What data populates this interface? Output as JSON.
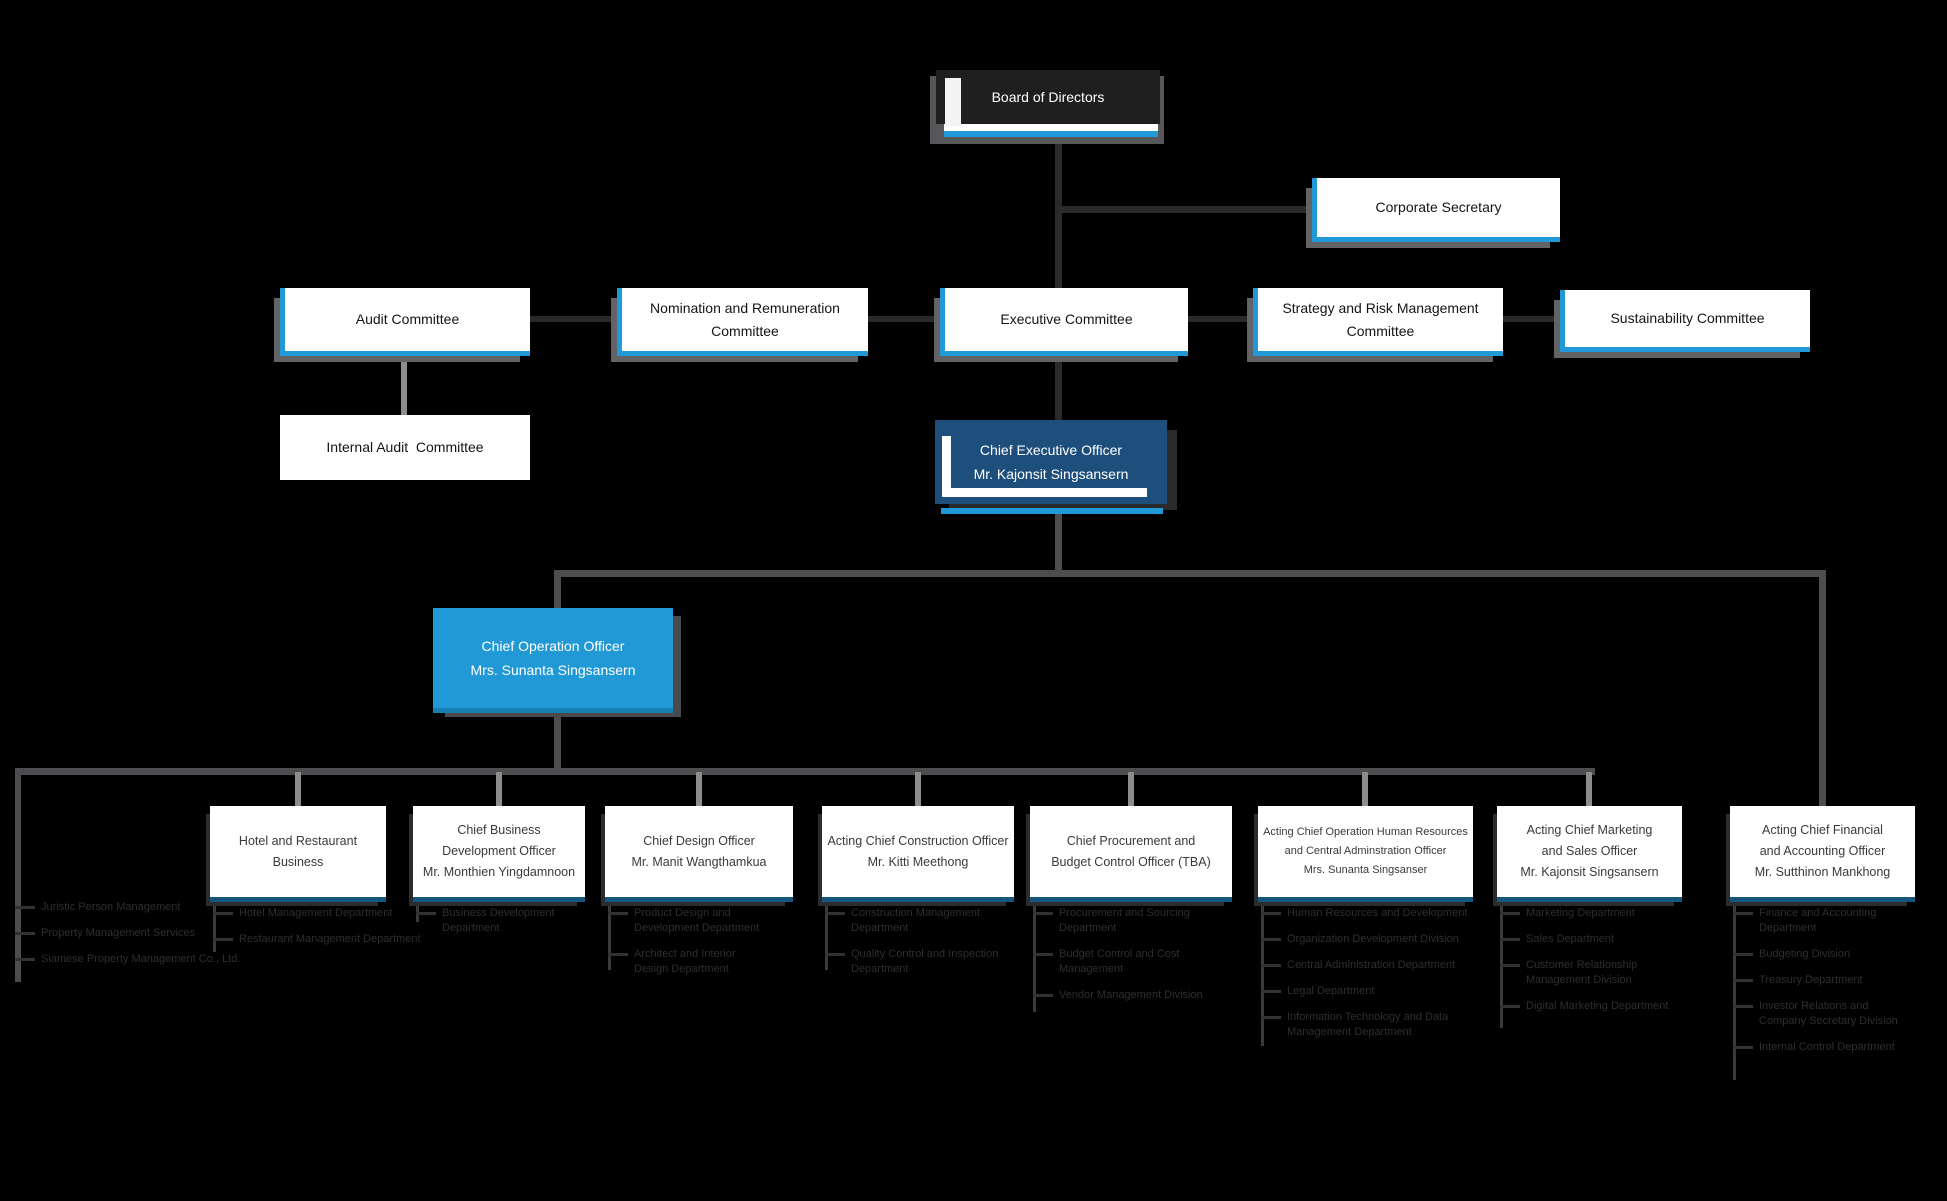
{
  "colors": {
    "accent_blue": "#2199d8",
    "navy": "#1d4e7c",
    "officer_border": "#16567d",
    "board_box": "#1f1f1f",
    "background": "#000000"
  },
  "nodes": {
    "board": {
      "label": "Board of Directors"
    },
    "corporate_secretary": {
      "label": "Corporate Secretary"
    },
    "audit_committee": {
      "label": "Audit Committee"
    },
    "nomination_committee": {
      "lines": [
        "Nomination and Remuneration",
        "Committee"
      ]
    },
    "executive_committee": {
      "label": "Executive Committee"
    },
    "strategy_committee": {
      "lines": [
        "Strategy and Risk Management",
        "Committee"
      ]
    },
    "sustainability_committee": {
      "label": "Sustainability Committee"
    },
    "internal_audit_committee": {
      "label": "Internal Audit  Committee"
    },
    "ceo": {
      "title": "Chief Executive Officer",
      "name": "Mr. Kajonsit Singsansern"
    },
    "coo": {
      "title": "Chief Operation Officer",
      "name": "Mrs. Sunanta Singsansern"
    }
  },
  "officers": [
    {
      "lines": [
        "Hotel and Restaurant",
        "Business"
      ],
      "departments": [
        "Hotel Management Department",
        "Restaurant Management Department"
      ]
    },
    {
      "lines": [
        "Chief Business",
        "Development Officer",
        "Mr. Monthien Yingdamnoon"
      ],
      "departments": [
        "Business Development Department"
      ]
    },
    {
      "lines": [
        "Chief Design Officer",
        "Mr. Manit Wangthamkua"
      ],
      "departments": [
        "Product Design and Development Department",
        "Architect and Interior Design Department"
      ]
    },
    {
      "lines": [
        "Acting Chief Construction Officer",
        "Mr. Kitti Meethong"
      ],
      "departments": [
        "Construction Management Department",
        "Quality Control and Inspection Department"
      ]
    },
    {
      "lines": [
        "Chief Procurement and",
        "Budget Control Officer (TBA)"
      ],
      "departments": [
        "Procurement and Sourcing Department",
        "Budget Control and Cost Management",
        "Vendor Management Division"
      ]
    },
    {
      "lines": [
        "Acting Chief Operation Human Resources",
        "and Central Adminstration Officer",
        "Mrs. Sunanta Singsanser"
      ],
      "departments": [
        "Human Resources and Development",
        "Organization Development Division",
        "Central Administration Department",
        "Legal Department",
        "Information Technology and Data Management Department"
      ]
    },
    {
      "lines": [
        "Acting Chief Marketing",
        "and Sales Officer",
        "Mr. Kajonsit Singsansern"
      ],
      "departments": [
        "Marketing Department",
        "Sales Department",
        "Customer Relationship Management Division",
        "Digital Marketing Department"
      ]
    },
    {
      "lines": [
        "Acting Chief Financial",
        "and Accounting Officer",
        "Mr. Sutthinon Mankhong"
      ],
      "departments": [
        "Finance and Accounting Department",
        "Budgeting Division",
        "Treasury Department",
        "Investor Relations and Company Secretary Division",
        "Internal Control Department"
      ]
    }
  ],
  "unboxed_departments": [
    "Juristic Person Management",
    "Property Management Services",
    "Siamese Property Management Co., Ltd."
  ]
}
